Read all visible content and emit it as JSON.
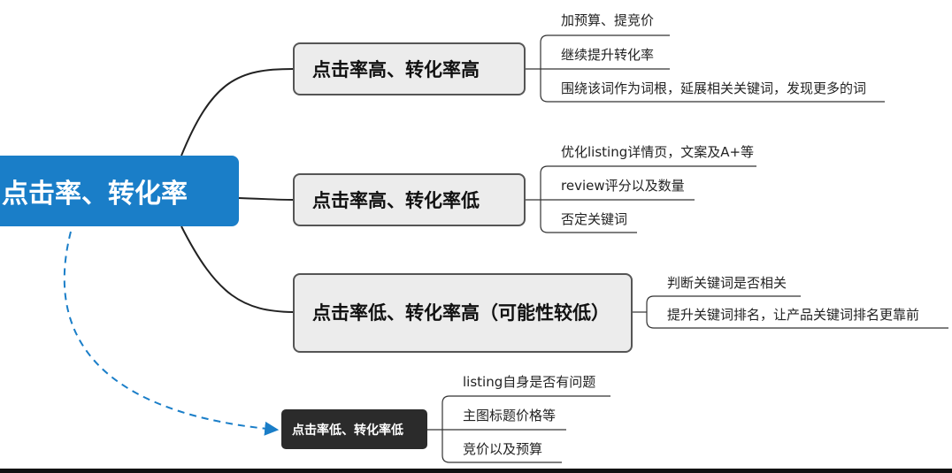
{
  "root": {
    "label": "点击率、转化率"
  },
  "branches": [
    {
      "label": "点击率高、转化率高",
      "leaves": [
        "加预算、提竞价",
        "继续提升转化率",
        "围绕该词作为词根，延展相关关键词，发现更多的词"
      ]
    },
    {
      "label": "点击率高、转化率低",
      "leaves": [
        "优化listing详情页，文案及A+等",
        "review评分以及数量",
        "否定关键词"
      ]
    },
    {
      "label": "点击率低、转化率高（可能性较低）",
      "leaves": [
        "判断关键词是否相关",
        "提升关键词排名，让产品关键词排名更靠前"
      ]
    },
    {
      "label": "点击率低、转化率低",
      "leaves": [
        "listing自身是否有问题",
        "主图标题价格等",
        "竞价以及预算"
      ]
    }
  ],
  "colors": {
    "root_fill": "#1a7ec8",
    "branch_fill": "#ececec",
    "branch_border": "#555555",
    "dark_node_fill": "#2b2b2b",
    "dashed_connector": "#1a7ec8"
  }
}
